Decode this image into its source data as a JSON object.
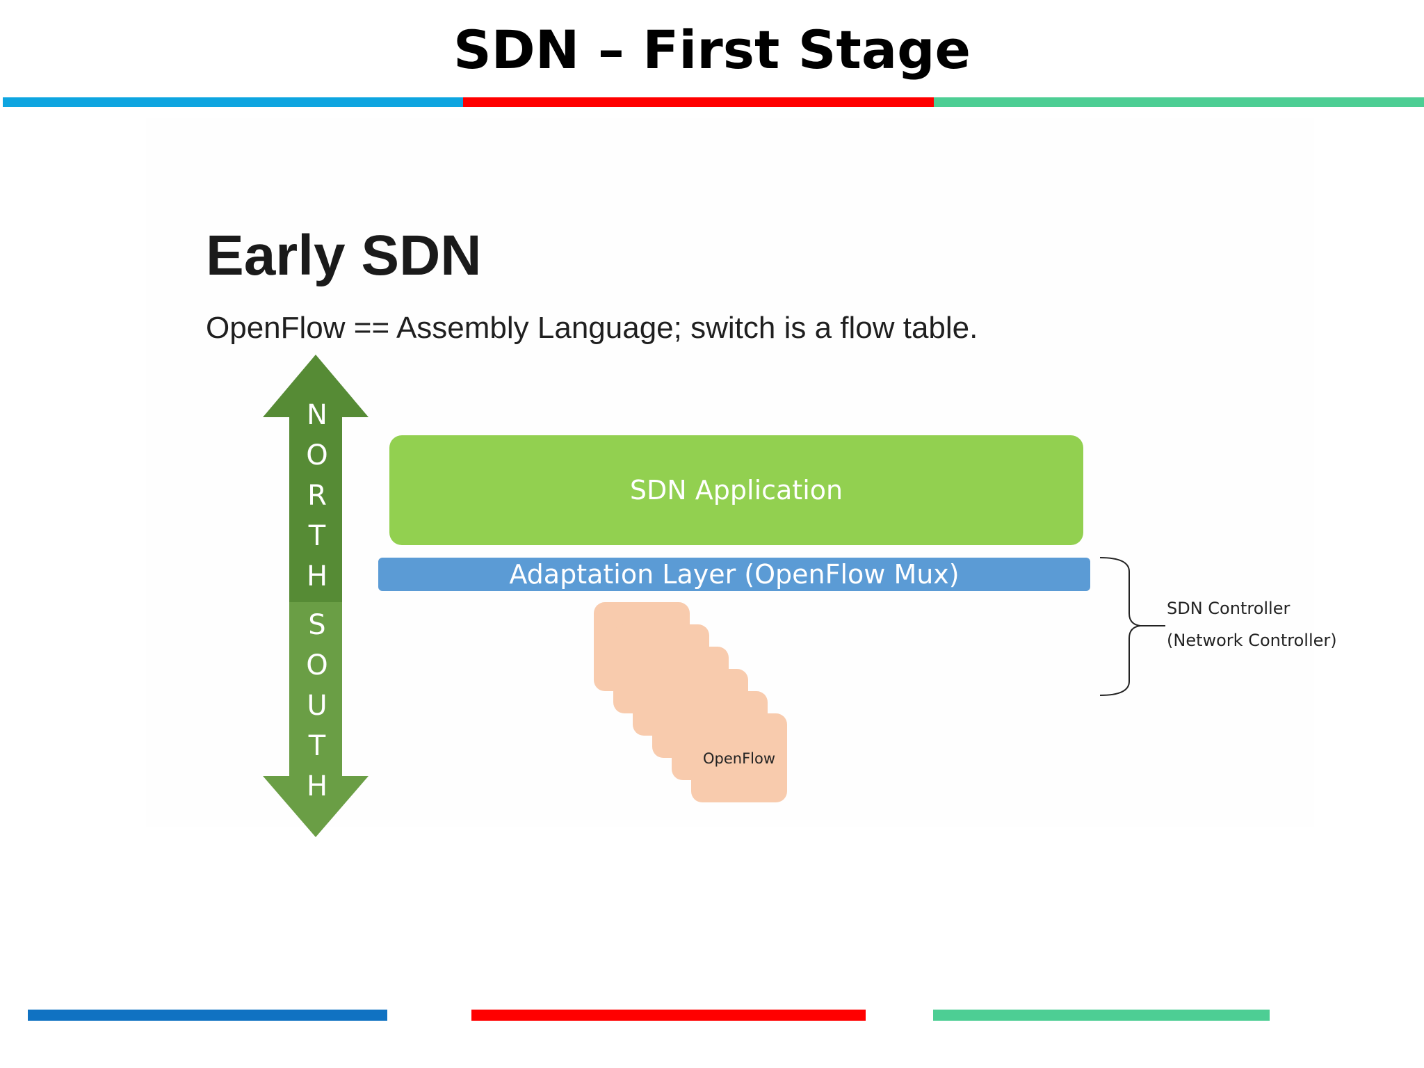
{
  "slide": {
    "title": "SDN – First Stage",
    "rule_colors": {
      "blue": "#0ea5e0",
      "red": "#ff0000",
      "green": "#4dce94",
      "bottom_blue": "#1072c2"
    }
  },
  "diagram": {
    "heading": "Early SDN",
    "subtitle": "OpenFlow == Assembly Language; switch is a flow table.",
    "north_letters": [
      "N",
      "O",
      "R",
      "T",
      "H"
    ],
    "south_letters": [
      "S",
      "O",
      "U",
      "T",
      "H"
    ],
    "arrow_colors": {
      "north": "#568b35",
      "south": "#6a9e45"
    },
    "application_label": "SDN Application",
    "application_color": "#92d050",
    "adaptation_label": "Adaptation Layer (OpenFlow Mux)",
    "adaptation_color": "#5b9bd5",
    "switch_label": "OpenFlow",
    "switch_color": "#f8cbad",
    "controller_label": "SDN Controller",
    "controller_sublabel": "(Network Controller)"
  }
}
